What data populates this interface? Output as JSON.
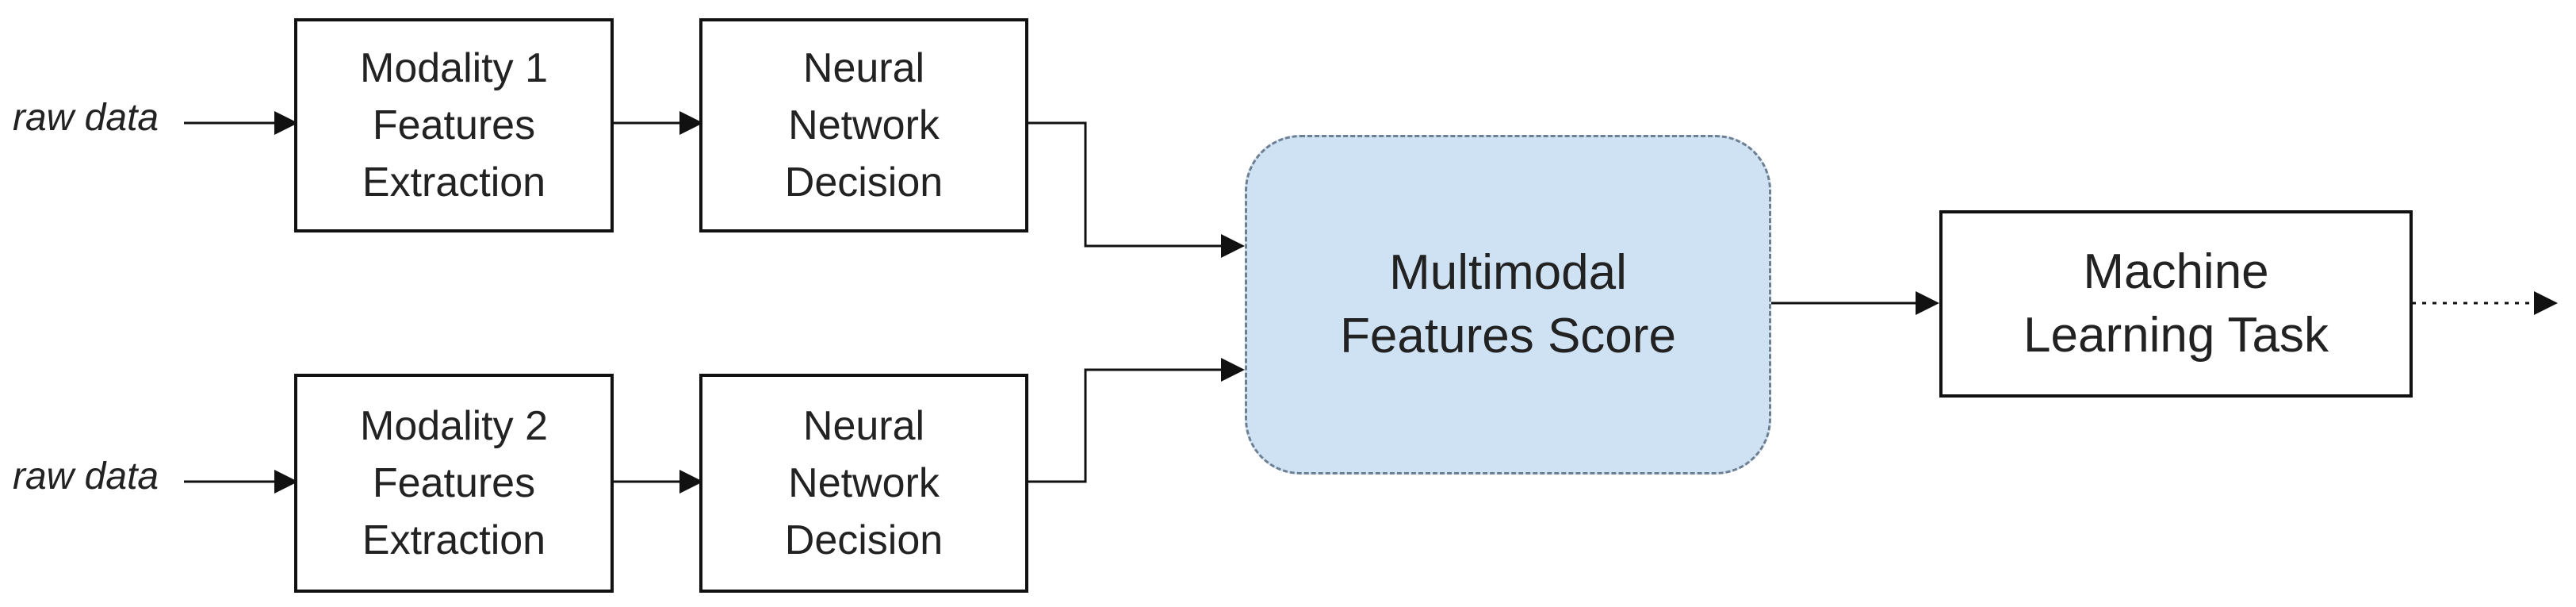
{
  "diagram": {
    "inputs": [
      {
        "label": "raw data"
      },
      {
        "label": "raw data"
      }
    ],
    "branches": [
      {
        "feature_lines": [
          "Modality 1",
          "Features",
          "Extraction"
        ],
        "decision_lines": [
          "Neural",
          "Network",
          "Decision"
        ]
      },
      {
        "feature_lines": [
          "Modality 2",
          "Features",
          "Extraction"
        ],
        "decision_lines": [
          "Neural",
          "Network",
          "Decision"
        ]
      }
    ],
    "fusion": {
      "lines": [
        "Multimodal",
        "Features Score"
      ],
      "fill_color": "#cfe2f3",
      "border_color": "#6d7f90"
    },
    "task": {
      "lines": [
        "Machine",
        "Learning Task"
      ]
    },
    "connector_color": "#111111"
  }
}
